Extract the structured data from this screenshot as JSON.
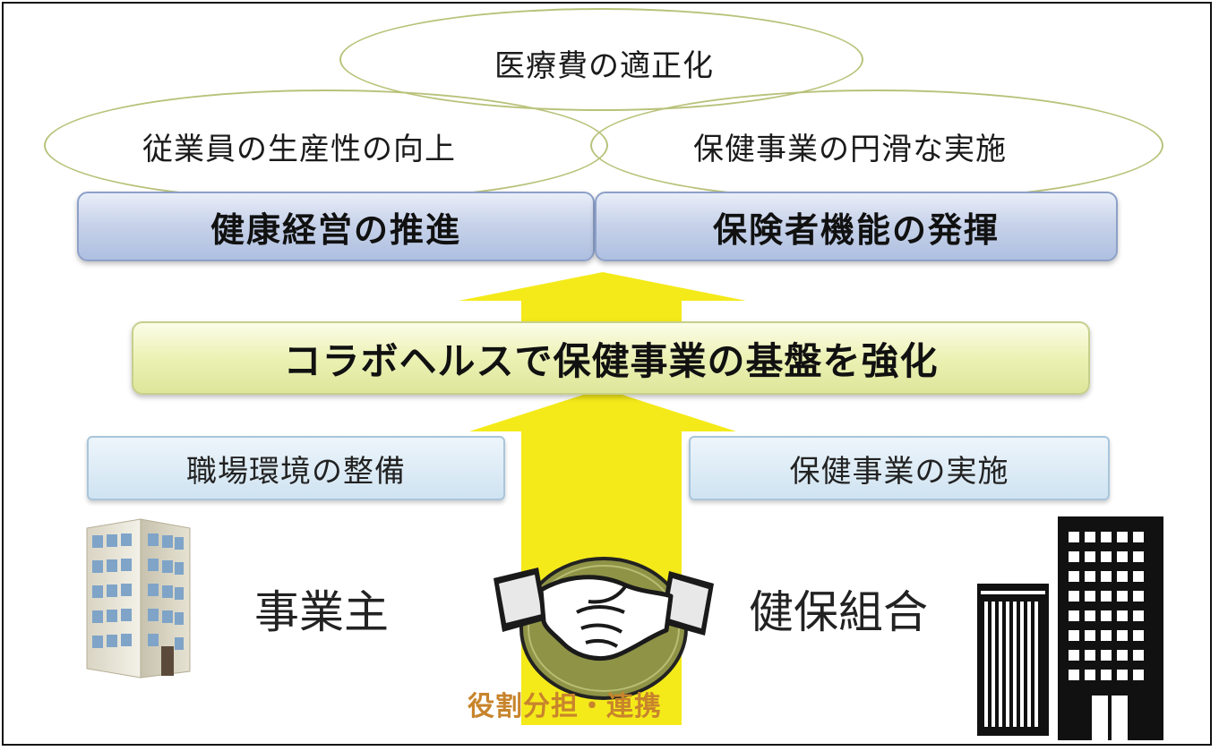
{
  "goals": {
    "top": "医療費の適正化",
    "left": "従業員の生産性の向上",
    "right": "保健事業の円滑な実施"
  },
  "pillars": {
    "left": "健康経営の推進",
    "right": "保険者機能の発揮"
  },
  "foundation": "コラボヘルスで保健事業の基盤を強化",
  "actions": {
    "left": "職場環境の整備",
    "right": "保健事業の実施"
  },
  "parties": {
    "employer": "事業主",
    "insurer": "健保組合"
  },
  "collaboration_caption": "役割分担・連携",
  "colors": {
    "arrow": "#f4ea1a",
    "ellipse_border": "#b9c27a",
    "caption": "#c8842c",
    "handshake_badge": "#8f9346"
  },
  "icons": [
    "office-building-icon",
    "handshake-icon",
    "tower-building-icon"
  ]
}
